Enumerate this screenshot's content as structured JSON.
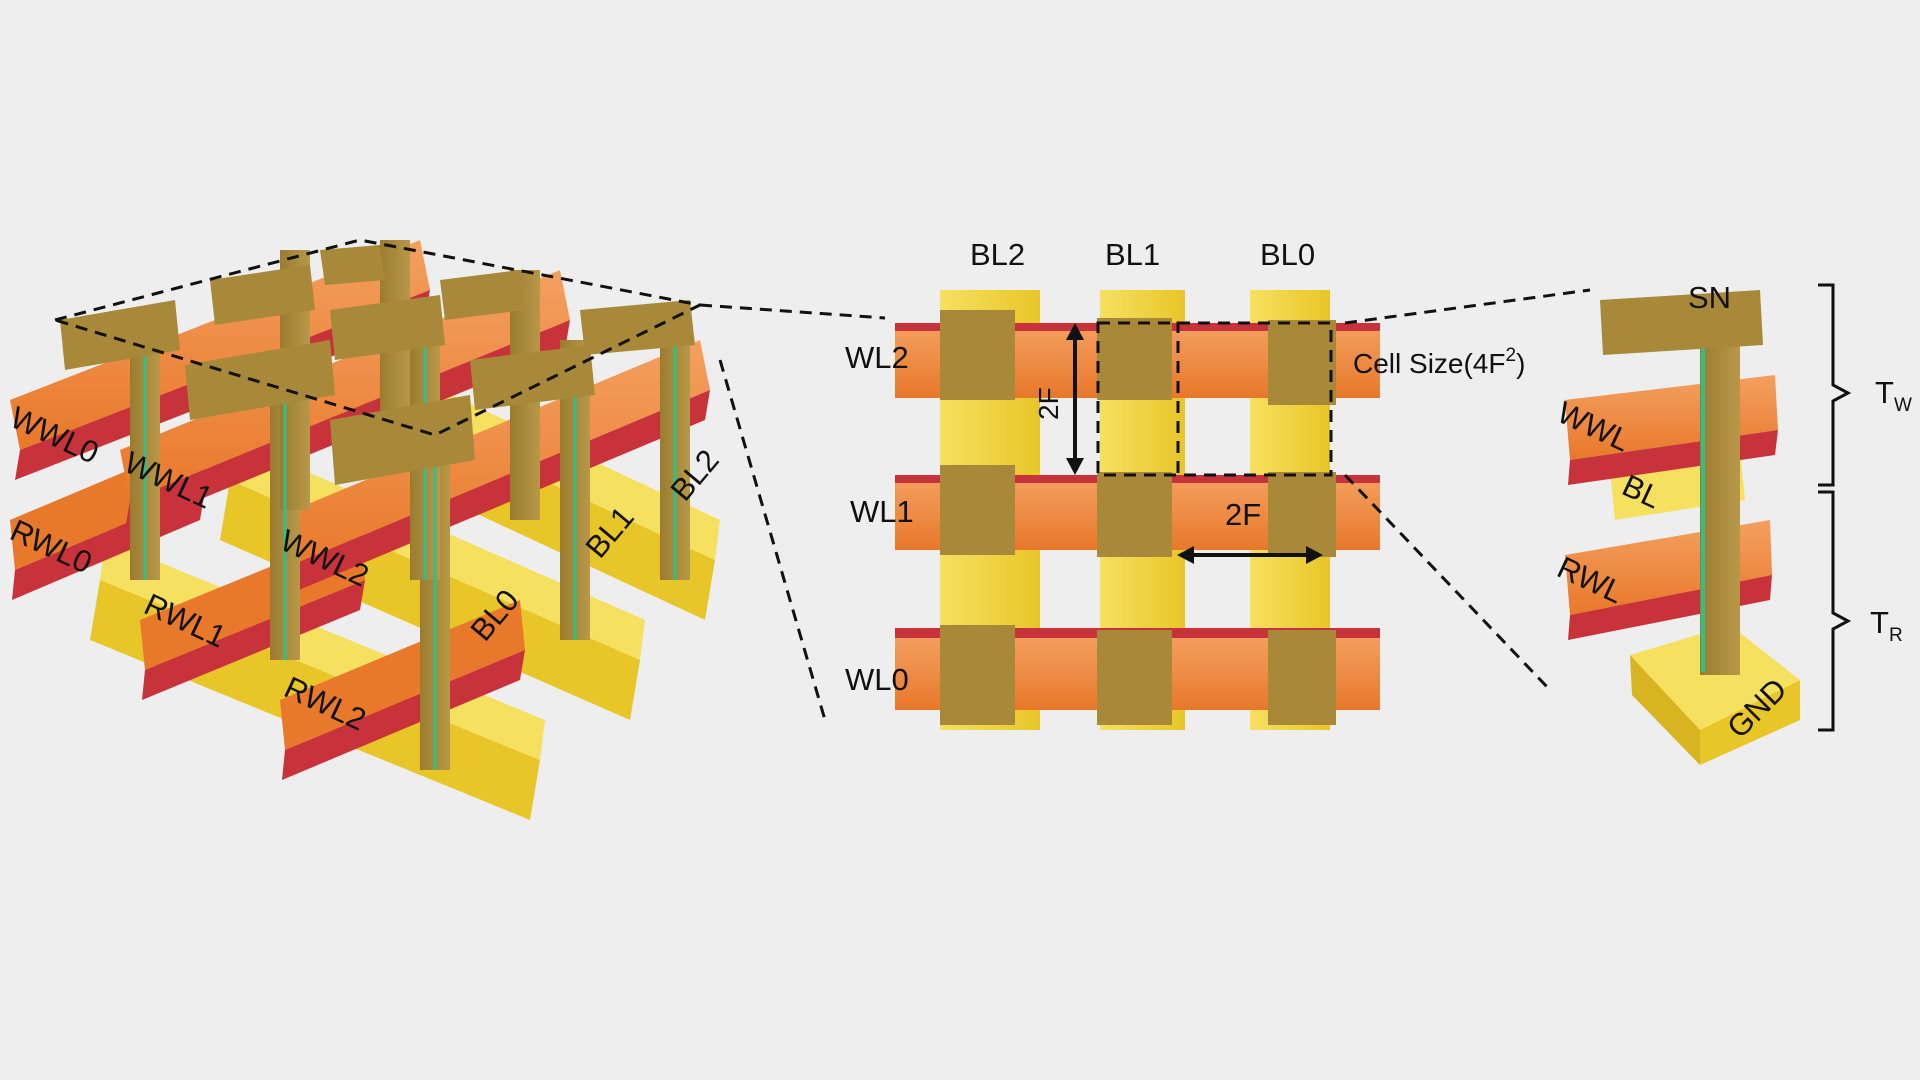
{
  "colors": {
    "background": "#eeeeee",
    "bitline_yellow": "#f2d43a",
    "bitline_yellow_dark": "#c9a918",
    "wordline_orange": "#f08a3a",
    "wordline_red": "#c8323a",
    "transistor_brown": "#a8893a",
    "transistor_brown_dark": "#7a6020",
    "channel_green": "#2fbf8a"
  },
  "array_view": {
    "write_wordlines": [
      "WWL0",
      "WWL1",
      "WWL2"
    ],
    "read_wordlines": [
      "RWL0",
      "RWL1",
      "RWL2"
    ],
    "bitlines": [
      "BL0",
      "BL1",
      "BL2"
    ]
  },
  "top_view": {
    "bitlines": [
      "BL2",
      "BL1",
      "BL0"
    ],
    "wordlines": [
      "WL2",
      "WL1",
      "WL0"
    ],
    "pitch_vertical": "2F",
    "pitch_horizontal": "2F",
    "cell_size_label": "Cell Size(4F",
    "cell_size_sup": "2",
    "cell_size_close": ")"
  },
  "cell_view": {
    "storage_node": "SN",
    "write_wordline": "WWL",
    "bitline": "BL",
    "read_wordline": "RWL",
    "ground": "GND",
    "write_transistor": "T",
    "write_transistor_sub": "W",
    "read_transistor": "T",
    "read_transistor_sub": "R"
  }
}
